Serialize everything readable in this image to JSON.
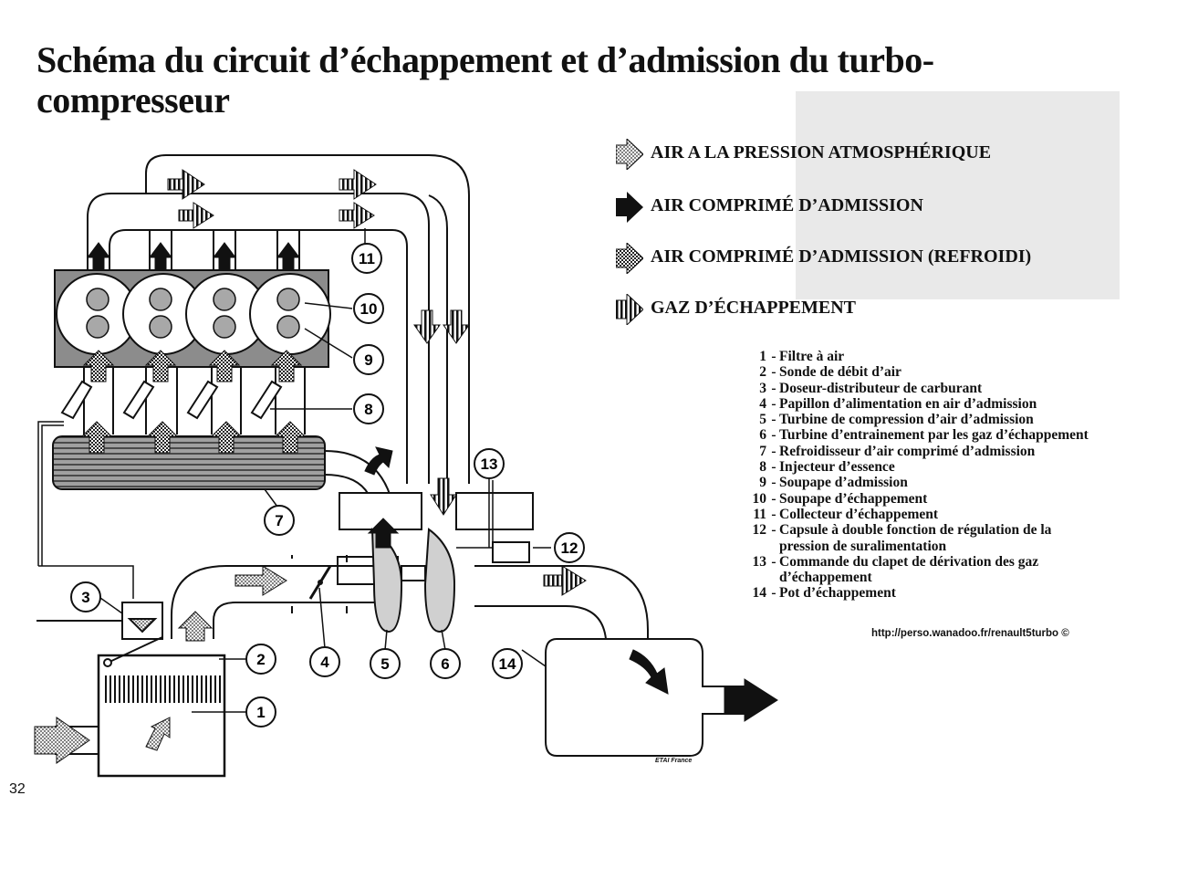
{
  "title": "Schéma du circuit d’échappement et d’admission du turbo-compresseur",
  "legend": [
    {
      "pattern": "dots",
      "label": "AIR A LA PRESSION ATMOSPHÉRIQUE"
    },
    {
      "pattern": "solid",
      "label": "AIR COMPRIMÉ D’ADMISSION"
    },
    {
      "pattern": "grid",
      "label": "AIR COMPRIMÉ D’ADMISSION (REFROIDI)"
    },
    {
      "pattern": "striped",
      "label": "GAZ D’ÉCHAPPEMENT"
    }
  ],
  "parts": [
    {
      "num": "1",
      "label": "Filtre à air"
    },
    {
      "num": "2",
      "label": "Sonde de débit d’air"
    },
    {
      "num": "3",
      "label": "Doseur-distributeur de carburant"
    },
    {
      "num": "4",
      "label": "Papillon d’alimentation en air d’admission"
    },
    {
      "num": "5",
      "label": "Turbine de compression d’air d’admission"
    },
    {
      "num": "6",
      "label": "Turbine d’entrainement par les gaz d’échappement"
    },
    {
      "num": "7",
      "label": "Refroidisseur d’air comprimé d’admission"
    },
    {
      "num": "8",
      "label": "Injecteur d’essence"
    },
    {
      "num": "9",
      "label": "Soupape d’admission"
    },
    {
      "num": "10",
      "label": "Soupape d’échappement"
    },
    {
      "num": "11",
      "label": "Collecteur d’échappement"
    },
    {
      "num": "12",
      "label": "Capsule à double fonction de régulation de la pression de suralimentation"
    },
    {
      "num": "13",
      "label": "Commande du clapet de dérivation des gaz d’échappement"
    },
    {
      "num": "14",
      "label": "Pot d’échappement"
    }
  ],
  "callouts": [
    "1",
    "2",
    "3",
    "4",
    "5",
    "6",
    "7",
    "8",
    "9",
    "10",
    "11",
    "12",
    "13",
    "14"
  ],
  "url": "http://perso.wanadoo.fr/renault5turbo ©",
  "page_number": "32",
  "credit": "ETAI France",
  "colors": {
    "ink": "#111111",
    "engine_block": "#8c8c8c",
    "shading": "#e9e9e9"
  }
}
